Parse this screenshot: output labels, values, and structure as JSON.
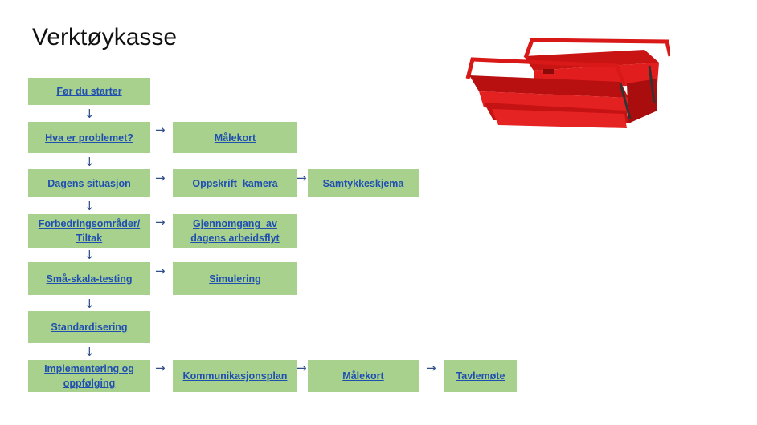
{
  "title": "Verktøykasse",
  "icons": {
    "toolbox": "toolbox-icon",
    "down": "arrow-down-icon",
    "right": "arrow-right-icon"
  },
  "colors": {
    "box_fill": "#a9d18e",
    "link": "#1f4fb0",
    "toolbox_red": "#e01b1b"
  },
  "steps": {
    "start": "Før du starter",
    "problem": "Hva er problemet?",
    "current": "Dagens situasjon",
    "improve": [
      "Forbedringsområder/",
      "Tiltak"
    ],
    "small_test": "Små-skala-testing",
    "standard": "Standardisering",
    "implement": [
      "Implementering og",
      "oppfølging"
    ]
  },
  "tools": {
    "malekort1": "Målekort",
    "camera": "Oppskrift  kamera",
    "consent": "Samtykkeskjema",
    "workflow": [
      "Gjennomgang  av",
      "dagens arbeidsflyt"
    ],
    "simulation": "Simulering",
    "comm_plan": "Kommunikasjonsplan",
    "malekort2": "Målekort",
    "board": "Tavlemøte"
  },
  "glyphs": {
    "down": "↓",
    "right": "→"
  }
}
